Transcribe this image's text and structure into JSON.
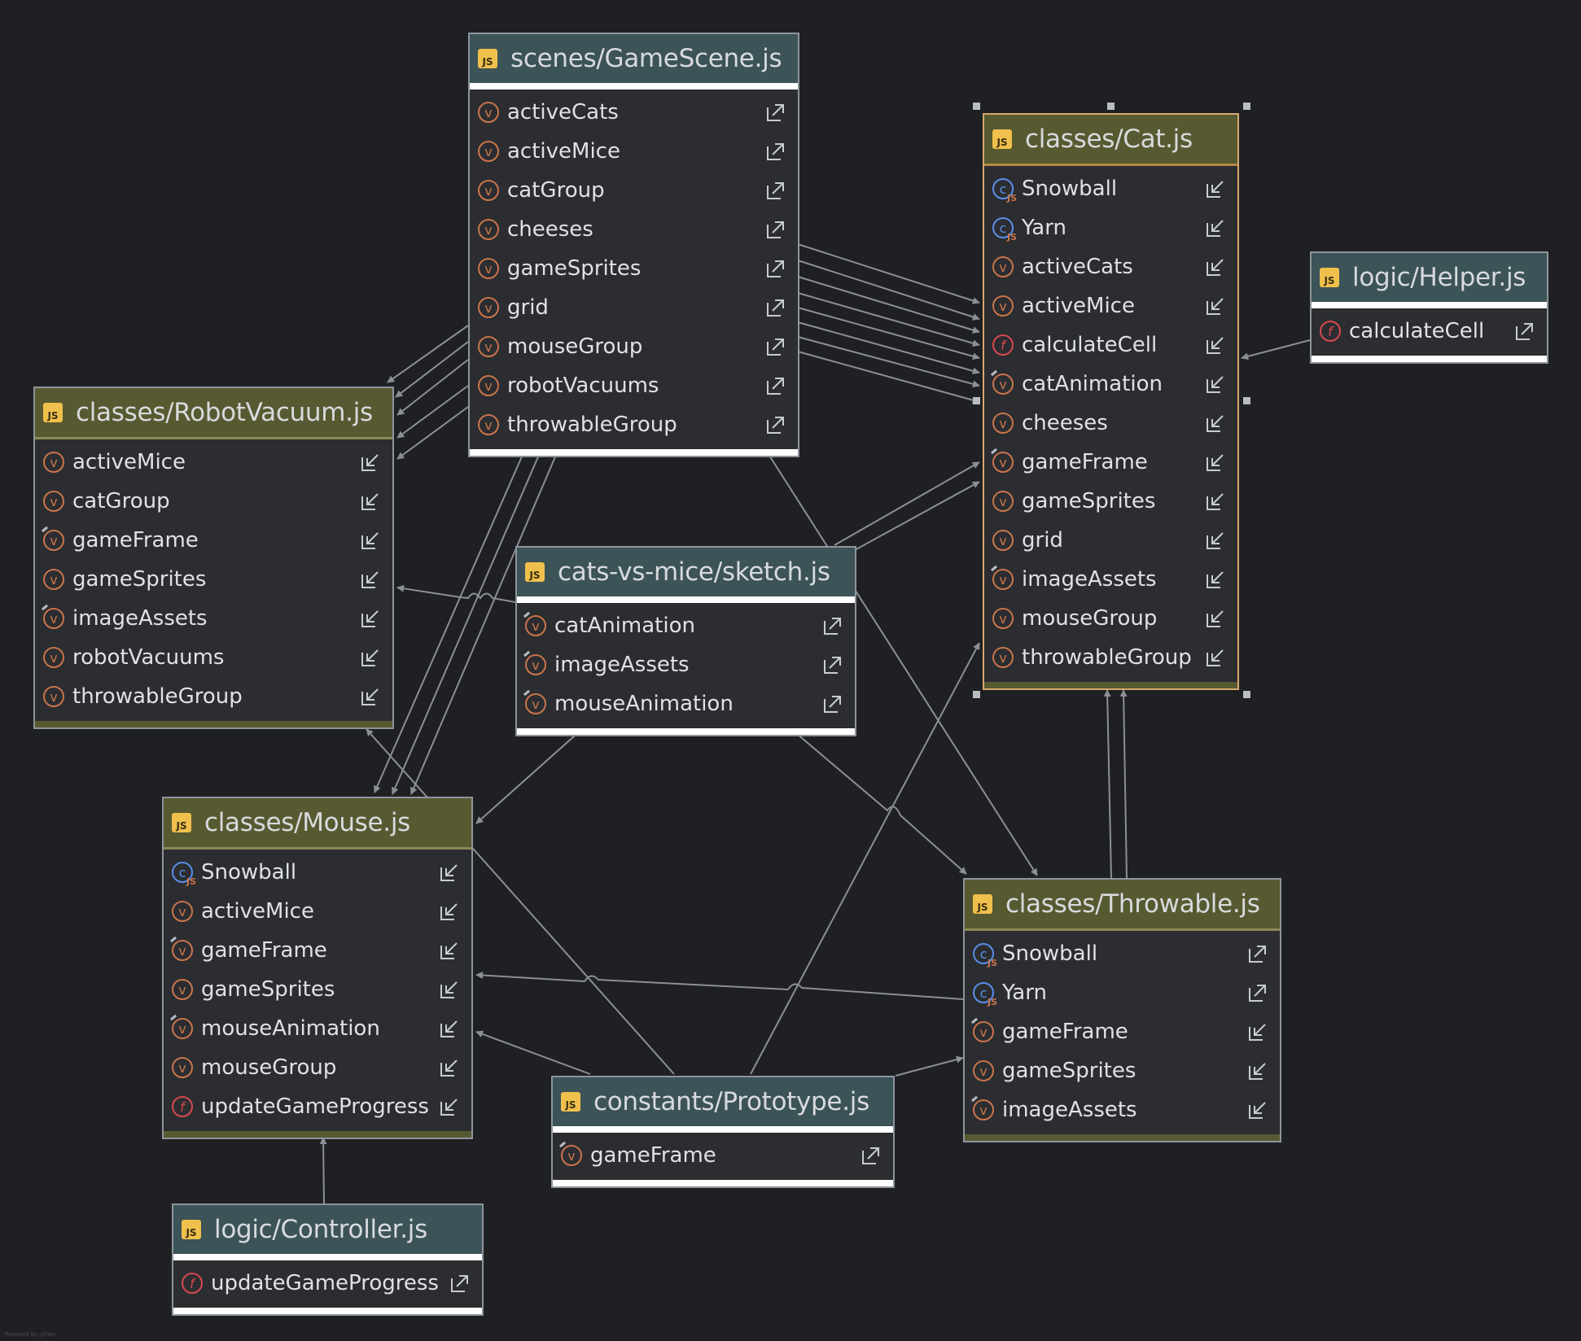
{
  "diagram": {
    "watermark": "Powered by yFiles",
    "colors": {
      "background": "#1f2024",
      "node_bg": "#2b2d31",
      "header_olive": "#575931",
      "header_slate": "#3c5358",
      "selection_border": "#d7a86e",
      "edge": "#8c8f96",
      "variable": "#c9754a",
      "function": "#d8484e",
      "class": "#5a8ee8"
    },
    "nodes": {
      "gamescene": {
        "title": "scenes/GameScene.js",
        "items": [
          {
            "label": "activeCats",
            "kind": "v",
            "icon": "export-icon"
          },
          {
            "label": "activeMice",
            "kind": "v",
            "icon": "export-icon"
          },
          {
            "label": "catGroup",
            "kind": "v",
            "icon": "export-icon"
          },
          {
            "label": "cheeses",
            "kind": "v",
            "icon": "export-icon"
          },
          {
            "label": "gameSprites",
            "kind": "v",
            "icon": "export-icon"
          },
          {
            "label": "grid",
            "kind": "v",
            "icon": "export-icon"
          },
          {
            "label": "mouseGroup",
            "kind": "v",
            "icon": "export-icon"
          },
          {
            "label": "robotVacuums",
            "kind": "v",
            "icon": "export-icon"
          },
          {
            "label": "throwableGroup",
            "kind": "v",
            "icon": "export-icon"
          }
        ]
      },
      "cat": {
        "title": "classes/Cat.js",
        "items": [
          {
            "label": "Snowball",
            "kind": "c",
            "icon": "import-icon"
          },
          {
            "label": "Yarn",
            "kind": "c",
            "icon": "import-icon"
          },
          {
            "label": "activeCats",
            "kind": "v",
            "icon": "import-icon"
          },
          {
            "label": "activeMice",
            "kind": "v",
            "icon": "import-icon"
          },
          {
            "label": "calculateCell",
            "kind": "f",
            "icon": "import-icon"
          },
          {
            "label": "catAnimation",
            "kind": "vp",
            "icon": "import-icon"
          },
          {
            "label": "cheeses",
            "kind": "v",
            "icon": "import-icon"
          },
          {
            "label": "gameFrame",
            "kind": "vp",
            "icon": "import-icon"
          },
          {
            "label": "gameSprites",
            "kind": "v",
            "icon": "import-icon"
          },
          {
            "label": "grid",
            "kind": "v",
            "icon": "import-icon"
          },
          {
            "label": "imageAssets",
            "kind": "vp",
            "icon": "import-icon"
          },
          {
            "label": "mouseGroup",
            "kind": "v",
            "icon": "import-icon"
          },
          {
            "label": "throwableGroup",
            "kind": "v",
            "icon": "import-icon"
          }
        ]
      },
      "helper": {
        "title": "logic/Helper.js",
        "items": [
          {
            "label": "calculateCell",
            "kind": "f",
            "icon": "export-icon"
          }
        ]
      },
      "robotvacuum": {
        "title": "classes/RobotVacuum.js",
        "items": [
          {
            "label": "activeMice",
            "kind": "v",
            "icon": "import-icon"
          },
          {
            "label": "catGroup",
            "kind": "v",
            "icon": "import-icon"
          },
          {
            "label": "gameFrame",
            "kind": "vp",
            "icon": "import-icon"
          },
          {
            "label": "gameSprites",
            "kind": "v",
            "icon": "import-icon"
          },
          {
            "label": "imageAssets",
            "kind": "vp",
            "icon": "import-icon"
          },
          {
            "label": "robotVacuums",
            "kind": "v",
            "icon": "import-icon"
          },
          {
            "label": "throwableGroup",
            "kind": "v",
            "icon": "import-icon"
          }
        ]
      },
      "sketch": {
        "title": "cats-vs-mice/sketch.js",
        "items": [
          {
            "label": "catAnimation",
            "kind": "vp",
            "icon": "export-icon"
          },
          {
            "label": "imageAssets",
            "kind": "vp",
            "icon": "export-icon"
          },
          {
            "label": "mouseAnimation",
            "kind": "vp",
            "icon": "export-icon"
          }
        ]
      },
      "mouse": {
        "title": "classes/Mouse.js",
        "items": [
          {
            "label": "Snowball",
            "kind": "c",
            "icon": "import-icon"
          },
          {
            "label": "activeMice",
            "kind": "v",
            "icon": "import-icon"
          },
          {
            "label": "gameFrame",
            "kind": "vp",
            "icon": "import-icon"
          },
          {
            "label": "gameSprites",
            "kind": "v",
            "icon": "import-icon"
          },
          {
            "label": "mouseAnimation",
            "kind": "vp",
            "icon": "import-icon"
          },
          {
            "label": "mouseGroup",
            "kind": "v",
            "icon": "import-icon"
          },
          {
            "label": "updateGameProgress",
            "kind": "f",
            "icon": "import-icon"
          }
        ]
      },
      "throwable": {
        "title": "classes/Throwable.js",
        "items": [
          {
            "label": "Snowball",
            "kind": "c",
            "icon": "export-icon"
          },
          {
            "label": "Yarn",
            "kind": "c",
            "icon": "export-icon"
          },
          {
            "label": "gameFrame",
            "kind": "vp",
            "icon": "import-icon"
          },
          {
            "label": "gameSprites",
            "kind": "v",
            "icon": "import-icon"
          },
          {
            "label": "imageAssets",
            "kind": "vp",
            "icon": "import-icon"
          }
        ]
      },
      "prototype": {
        "title": "constants/Prototype.js",
        "items": [
          {
            "label": "gameFrame",
            "kind": "vp",
            "icon": "export-icon"
          }
        ]
      },
      "controller": {
        "title": "logic/Controller.js",
        "items": [
          {
            "label": "updateGameProgress",
            "kind": "f",
            "icon": "export-icon"
          }
        ]
      }
    }
  }
}
